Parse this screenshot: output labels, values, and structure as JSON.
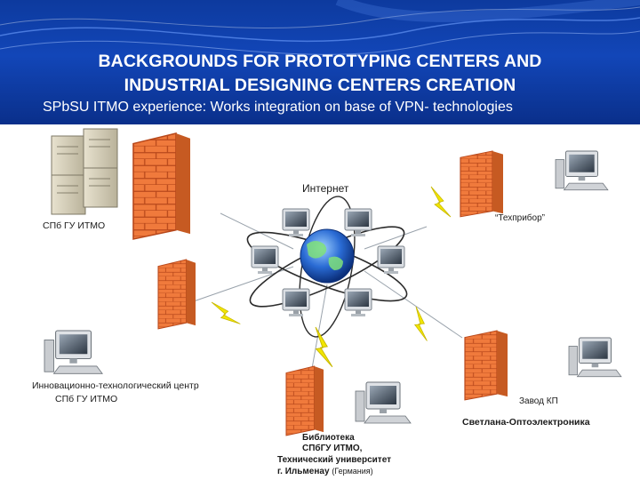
{
  "slide": {
    "title_line1": "BACKGROUNDS FOR PROTOTYPING CENTERS AND",
    "title_line2": "INDUSTRIAL DESIGNING CENTERS CREATION",
    "subtitle": "SPbSU ITMO experience: Works integration on base of VPN- technologies"
  },
  "diagram": {
    "internet_label": "Интернет",
    "node_itmo": "СПб ГУ ИТМО",
    "node_innov_line1": "Инновационно-технологический центр",
    "node_innov_line2": "СПб ГУ ИТМО",
    "node_tekhpribor": "“Техприбор”",
    "node_zavod": "Завод КП",
    "node_svetlana": "Светлана-Оптоэлектроника",
    "node_lib_line1": "Библиотека",
    "node_lib_line2": "СПбГУ ИТМО,",
    "node_lib_line3": "Технический университет",
    "node_lib_line4a": "г. Ильменау",
    "node_lib_line4b": "(Германия)"
  },
  "colors": {
    "header_blue": "#1246b8",
    "firewall_orange": "#f07a3c",
    "lightning_yellow": "#f2e600",
    "globe_blue": "#2a6bd4"
  }
}
